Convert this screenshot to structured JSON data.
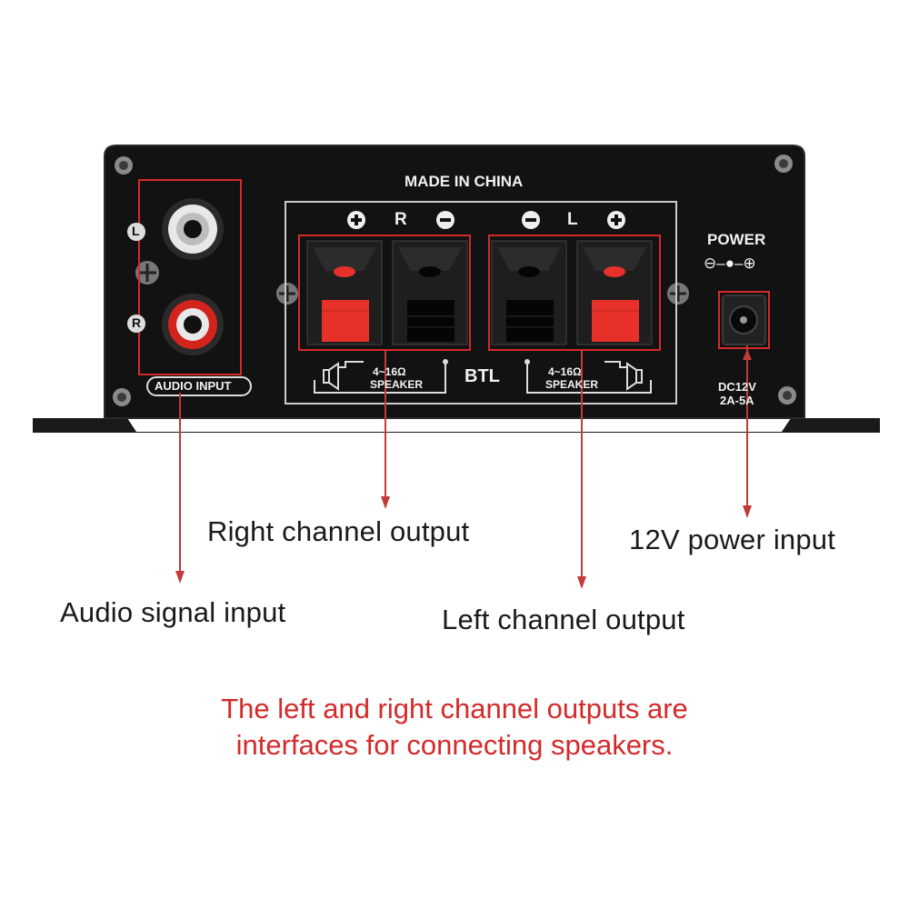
{
  "device": {
    "made_in": "MADE IN CHINA",
    "audio_input_label": "AUDIO INPUT",
    "input_left_letter": "L",
    "input_right_letter": "R",
    "speaker_right": {
      "plus": "+",
      "letter": "R",
      "minus": "−"
    },
    "speaker_left": {
      "minus": "−",
      "letter": "L",
      "plus": "+"
    },
    "speaker_impedance": "4~16Ω",
    "speaker_word": "SPEAKER",
    "btl_label": "BTL",
    "power_label": "POWER",
    "power_polarity": "⊖–●–⊕",
    "dc_spec_line1": "DC12V",
    "dc_spec_line2": "2A-5A",
    "accent_color": "#e8302a",
    "panel_color": "#111111"
  },
  "callouts": {
    "audio_input": "Audio signal input",
    "right_output": "Right channel output",
    "left_output": "Left channel output",
    "power_input": "12V power input"
  },
  "note": {
    "line1": "The left and right channel outputs are",
    "line2": "interfaces for connecting speakers."
  }
}
